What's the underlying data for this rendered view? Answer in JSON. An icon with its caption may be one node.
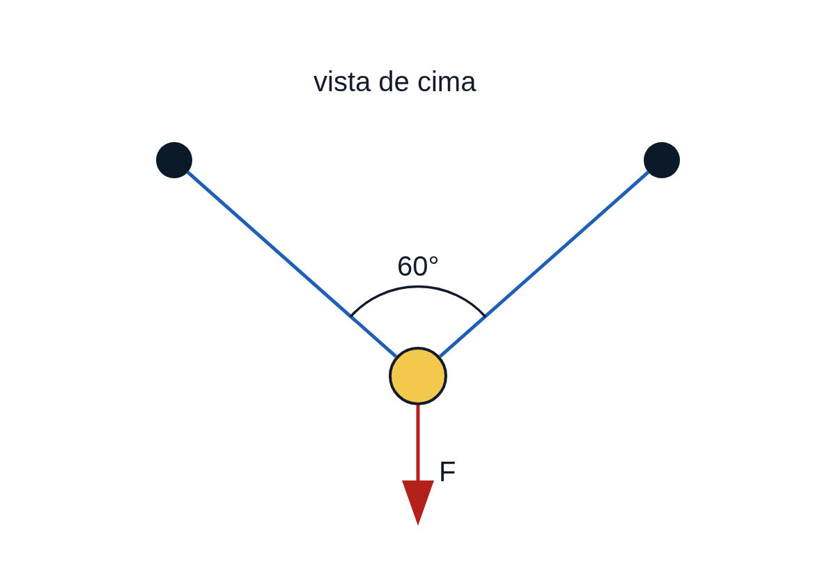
{
  "diagram": {
    "title": "vista de cima",
    "nodes": [
      {
        "text": [],
        "shape": "circle"
      },
      {
        "text": [],
        "shape": "circle"
      },
      {
        "text": [],
        "shape": "circle"
      }
    ],
    "edges": [
      {
        "from": 0,
        "to": 2,
        "arrow": "none"
      },
      {
        "from": 1,
        "to": 2,
        "arrow": "none"
      }
    ],
    "labels": [
      "60°",
      "F"
    ]
  }
}
